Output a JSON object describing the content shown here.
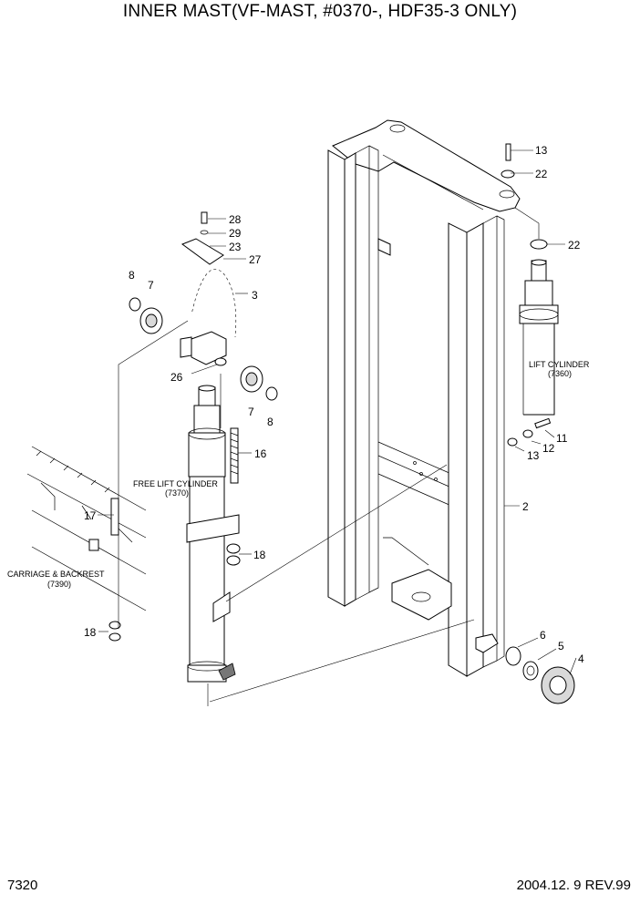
{
  "title": "INNER MAST(VF-MAST, #0370-, HDF35-3 ONLY)",
  "page_number": "7320",
  "revision": "2004.12. 9 REV.99",
  "sublabels": {
    "lift_cylinder_name": "LIFT CYLINDER",
    "lift_cylinder_ref": "(7360)",
    "free_lift_cylinder_name": "FREE LIFT CYLINDER",
    "free_lift_cylinder_ref": "(7370)",
    "carriage_name": "CARRIAGE & BACKREST",
    "carriage_ref": "(7390)"
  },
  "callouts": [
    "13",
    "22",
    "28",
    "29",
    "23",
    "27",
    "22",
    "8",
    "7",
    "3",
    "26",
    "7",
    "8",
    "16",
    "11",
    "12",
    "13",
    "2",
    "17",
    "18",
    "18",
    "6",
    "5",
    "4"
  ]
}
